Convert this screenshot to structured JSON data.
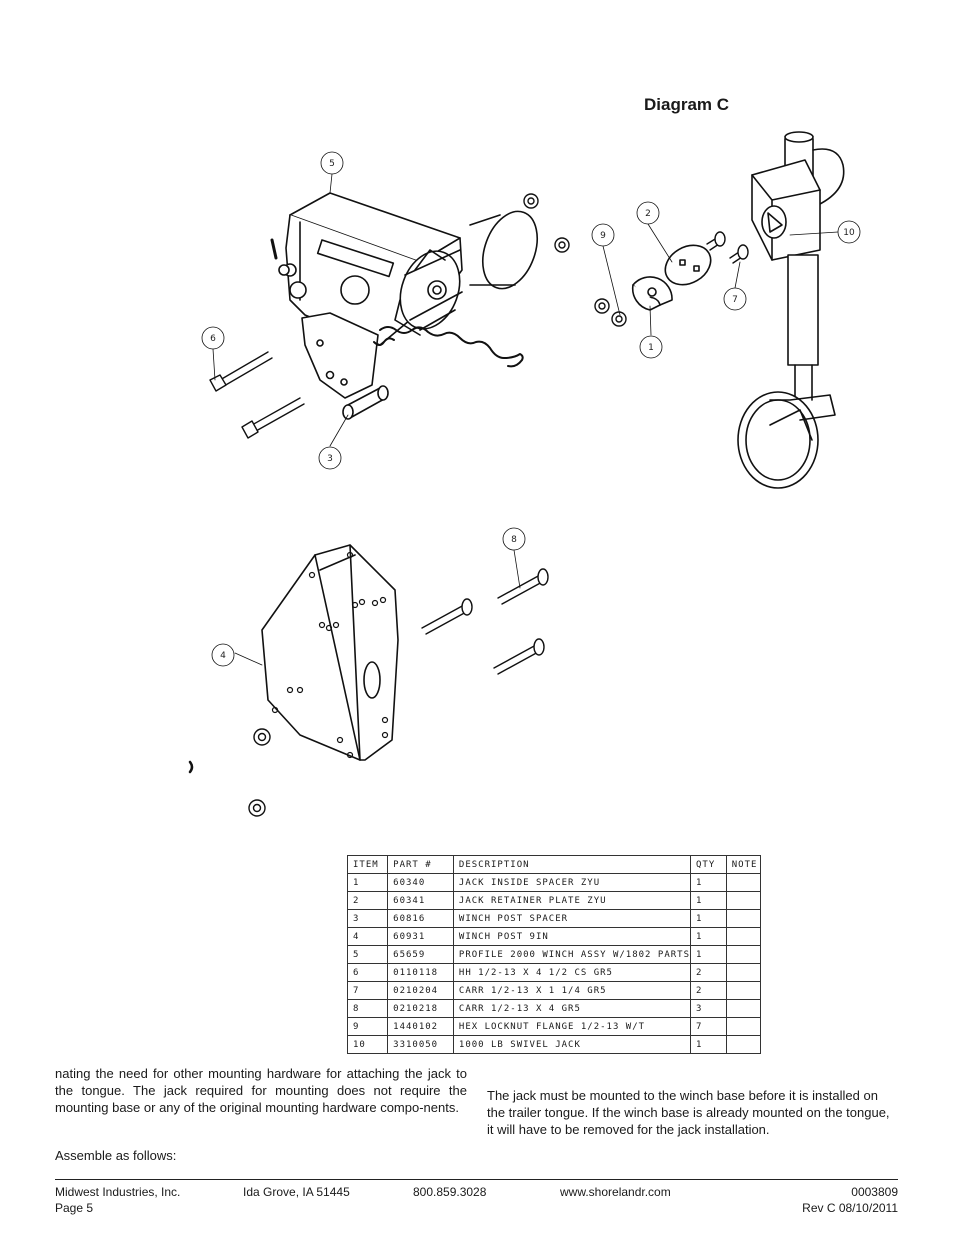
{
  "diagram": {
    "title": "Diagram C",
    "callouts": [
      "5",
      "2",
      "9",
      "10",
      "7",
      "1",
      "6",
      "3",
      "8",
      "4"
    ]
  },
  "parts_table": {
    "headers": [
      "ITEM",
      "PART #",
      "DESCRIPTION",
      "QTY",
      "NOTE"
    ],
    "rows": [
      [
        "1",
        "60340",
        "JACK INSIDE SPACER ZYU",
        "1",
        ""
      ],
      [
        "2",
        "60341",
        "JACK RETAINER PLATE ZYU",
        "1",
        ""
      ],
      [
        "3",
        "60816",
        "WINCH POST SPACER",
        "1",
        ""
      ],
      [
        "4",
        "60931",
        "WINCH POST 9IN",
        "1",
        ""
      ],
      [
        "5",
        "65659",
        "PROFILE 2000 WINCH ASSY W/1802 PARTS",
        "1",
        ""
      ],
      [
        "6",
        "0110118",
        "HH 1/2-13 X 4 1/2 CS GR5",
        "2",
        ""
      ],
      [
        "7",
        "0210204",
        "CARR 1/2-13 X 1 1/4 GR5",
        "2",
        ""
      ],
      [
        "8",
        "0210218",
        "CARR 1/2-13 X 4 GR5",
        "3",
        ""
      ],
      [
        "9",
        "1440102",
        "HEX LOCKNUT FLANGE 1/2-13 W/T",
        "7",
        ""
      ],
      [
        "10",
        "3310050",
        "1000 LB SWIVEL JACK",
        "1",
        ""
      ]
    ]
  },
  "text": {
    "left_paragraph": "nating the need for other mounting hardware for attaching the jack to the tongue. The jack required for mounting does not require the mounting base or any of the original mounting hardware compo-nents.",
    "assemble": "Assemble as follows:",
    "right_paragraph": "The jack must be mounted to the winch base before it is installed on the trailer tongue. If the winch base is already mounted on the tongue, it will have to be removed for the jack installation."
  },
  "footer": {
    "company": "Midwest Industries, Inc.",
    "city": "Ida Grove, IA 51445",
    "phone": "800.859.3028",
    "website": "www.shorelandr.com",
    "doc_number": "0003809",
    "page": "Page 5",
    "revision": "Rev C 08/10/2011"
  }
}
